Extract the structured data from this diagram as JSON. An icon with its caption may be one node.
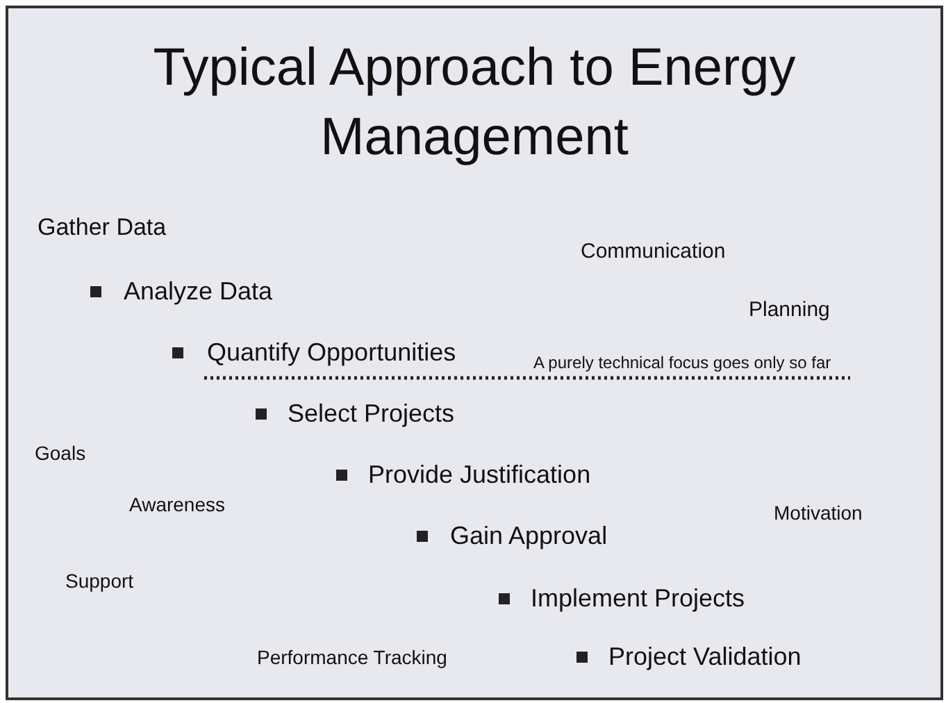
{
  "diagram": {
    "title": "Typical Approach to Energy Management",
    "labels": [
      "Gather Data",
      "Communication",
      "Analyze Data",
      "Planning",
      "Quantify Opportunities",
      "A purely technical focus goes only so far",
      "Select Projects",
      "Goals",
      "Provide Justification",
      "Awareness",
      "Motivation",
      "Gain Approval",
      "Support",
      "Implement Projects",
      "Performance Tracking",
      "Project Validation"
    ]
  }
}
